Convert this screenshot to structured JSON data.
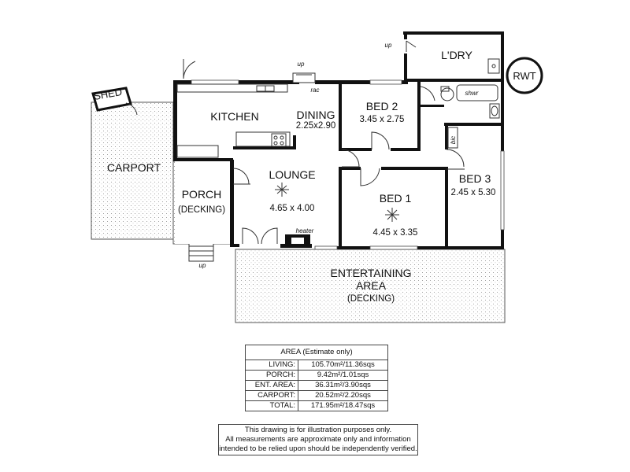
{
  "rooms": {
    "shed": "SHED",
    "carport": "CARPORT",
    "porch": "PORCH",
    "porch_sub": "(DECKING)",
    "kitchen": "KITCHEN",
    "dining": "DINING",
    "dining_dim": "2.25x2.90",
    "lounge": "LOUNGE",
    "lounge_dim": "4.65 x 4.00",
    "bed2": "BED 2",
    "bed2_dim": "3.45 x 2.75",
    "bed1": "BED 1",
    "bed1_dim": "4.45 x 3.35",
    "bed3": "BED 3",
    "bed3_dim": "2.45 x 5.30",
    "ldry": "L'DRY",
    "rwt": "RWT",
    "entertaining_1": "ENTERTAINING",
    "entertaining_2": "AREA",
    "entertaining_3": "(DECKING)"
  },
  "annotations": {
    "up_top": "up",
    "rac": "rac",
    "up_ldry": "up",
    "shwr": "shwr",
    "bic": "bic",
    "heater": "heater",
    "up_porch": "up"
  },
  "area_table": {
    "title": "AREA (Estimate only)",
    "rows": [
      {
        "label": "LIVING:",
        "value": "105.70m²/11.36sqs"
      },
      {
        "label": "PORCH:",
        "value": "9.42m²/1.01sqs"
      },
      {
        "label": "ENT. AREA:",
        "value": "36.31m²/3.90sqs"
      },
      {
        "label": "CARPORT:",
        "value": "20.52m²/2.20sqs"
      },
      {
        "label": "TOTAL:",
        "value": "171.95m²/18.47sqs"
      }
    ]
  },
  "disclaimer": [
    "This drawing is for illustration purposes only.",
    "All measurements are approximate only and information",
    "intended to be relied upon should be independently verified."
  ]
}
